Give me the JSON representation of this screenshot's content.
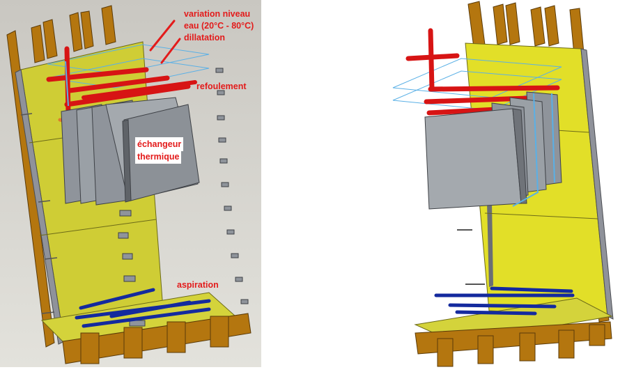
{
  "annotations": {
    "variation_line1": "variation niveau",
    "variation_line2": "eau (20°C - 80°C)",
    "variation_line3": "dillatation",
    "refoulement": "refoulement",
    "echangeur_line1": "échangeur",
    "echangeur_line2": "thermique",
    "aspiration": "aspiration"
  },
  "colors": {
    "panel_yellow": "#d8d631",
    "timber": "#b4760f",
    "hot_pipe": "#d71414",
    "cold_pipe": "#142a9e",
    "exchanger_grey": "#8c9197",
    "water_level_line": "#5ab0e6",
    "annotation_red": "#e31b1b",
    "background_grey": "#dcdbd6"
  }
}
